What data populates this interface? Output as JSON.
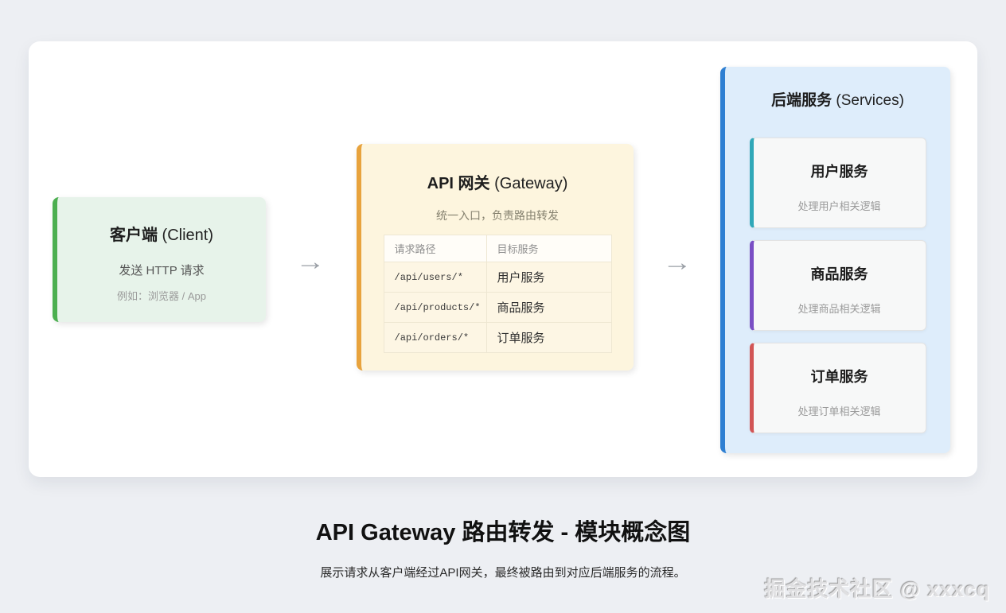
{
  "client": {
    "title_strong": "客户端",
    "title_normal": " (Client)",
    "desc": "发送 HTTP 请求",
    "example": "例如：浏览器 / App",
    "accent_color": "#4caf50",
    "bg_color": "#e7f3ea"
  },
  "arrows": {
    "glyph": "→"
  },
  "gateway": {
    "title_strong": "API 网关",
    "title_normal": " (Gateway)",
    "subtitle": "统一入口，负责路由转发",
    "accent_color": "#e8a33d",
    "bg_color": "#fdf5de",
    "route_table": {
      "headers": [
        "请求路径",
        "目标服务"
      ],
      "rows": [
        {
          "path": "/api/users/*",
          "service": "用户服务"
        },
        {
          "path": "/api/products/*",
          "service": "商品服务"
        },
        {
          "path": "/api/orders/*",
          "service": "订单服务"
        }
      ]
    }
  },
  "services": {
    "title_strong": "后端服务",
    "title_normal": " (Services)",
    "accent_color": "#2e7fd2",
    "bg_color": "#deedfb",
    "items": [
      {
        "name": "用户服务",
        "desc": "处理用户相关逻辑",
        "accent_color": "#31a8b8"
      },
      {
        "name": "商品服务",
        "desc": "处理商品相关逻辑",
        "accent_color": "#7a4fc4"
      },
      {
        "name": "订单服务",
        "desc": "处理订单相关逻辑",
        "accent_color": "#d25555"
      }
    ]
  },
  "footer": {
    "title": "API Gateway 路由转发 - 模块概念图",
    "caption": "展示请求从客户端经过API网关，最终被路由到对应后端服务的流程。",
    "watermark": "掘金技术社区 @ xxxcq"
  }
}
